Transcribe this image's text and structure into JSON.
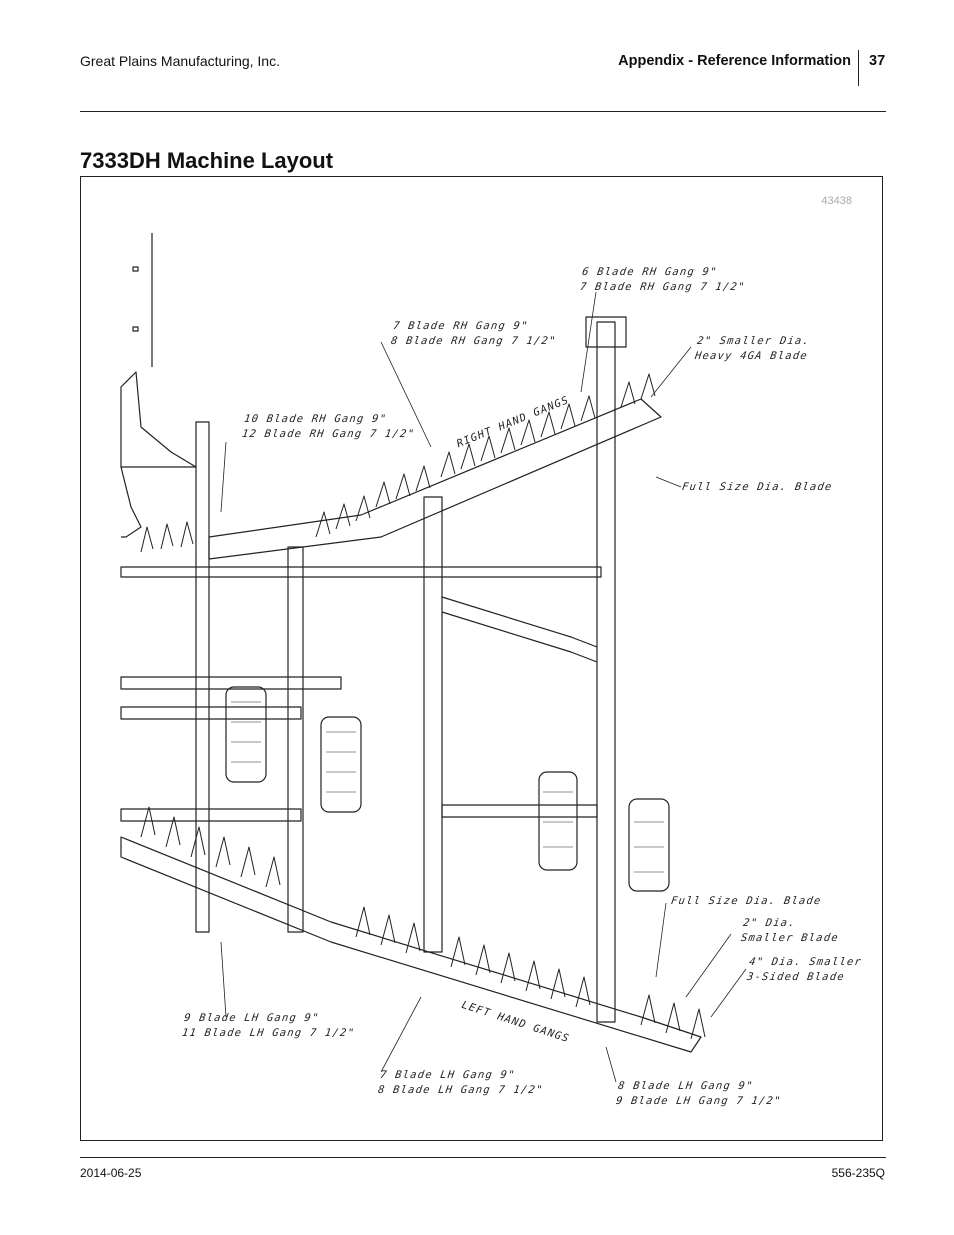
{
  "header": {
    "company": "Great Plains Manufacturing, Inc.",
    "section": "Appendix - Reference Information",
    "page_number": "37"
  },
  "title": "7333DH Machine Layout",
  "figure": {
    "figure_number": "43438",
    "callouts": {
      "rh_gang_6_7": [
        "6 Blade RH Gang 9\"",
        "7 Blade RH Gang 7 1/2\""
      ],
      "rh_gang_7_8": [
        "7 Blade RH Gang 9\"",
        "8 Blade RH Gang 7 1/2\""
      ],
      "rh_gang_10_12": [
        "10 Blade RH Gang 9\"",
        "12 Blade RH Gang 7 1/2\""
      ],
      "smaller_heavy": [
        "2\" Smaller Dia.",
        "Heavy 4GA Blade"
      ],
      "right_hand_gangs": "RIGHT HAND GANGS",
      "full_size_top": "Full Size Dia. Blade",
      "full_size_bottom": "Full Size Dia. Blade",
      "two_in_smaller": [
        "2\" Dia.",
        "Smaller Blade"
      ],
      "four_in_smaller": [
        "4\" Dia. Smaller",
        "3-Sided Blade"
      ],
      "lh_gang_9_11": [
        "9 Blade LH Gang 9\"",
        "11 Blade LH Gang 7 1/2\""
      ],
      "left_hand_gangs": "LEFT HAND GANGS",
      "lh_gang_7_8": [
        "7 Blade LH Gang 9\"",
        "8 Blade LH Gang 7 1/2\""
      ],
      "lh_gang_8_9": [
        "8 Blade LH Gang 9\"",
        "9 Blade LH Gang 7 1/2\""
      ]
    }
  },
  "footer": {
    "date": "2014-06-25",
    "part_number": "556-235Q"
  }
}
